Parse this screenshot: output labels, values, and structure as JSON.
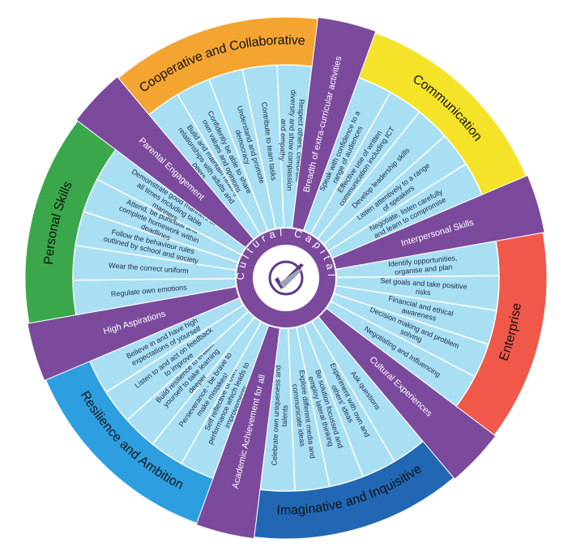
{
  "center": {
    "title": "Cultural Capital",
    "logo": "checkmark-logo-icon"
  },
  "colors": {
    "purple": "#7b4a9c",
    "item_bg": "#a9dff2",
    "divider": "#ffffff",
    "center_ring": "#7b4a9c",
    "center_inner": "#ffffff"
  },
  "sections": [
    {
      "bar": "Breadth of extra-curricular activities",
      "title": "Communication",
      "color": "#f5e32a",
      "title_color": "#111111",
      "items": [
        "Speak with confidence to a range of audiences",
        "Effective use of written communication including ICT",
        "Develop leadership skills",
        "Listen attentively to a range of speakers",
        "Negotiate, listen carefully and learn to compromise"
      ]
    },
    {
      "bar": "Interpersonal Skills",
      "title": "Enterprise",
      "color": "#f0584a",
      "title_color": "#111111",
      "items": [
        "Identify opportunities, organise and plan",
        "Set goals and take positive risks",
        "Financial and ethical awareness",
        "Decision making and problem solving",
        "Negotiating and Influencing"
      ]
    },
    {
      "bar": "Cultural Experiences",
      "title": "Imaginative and Inquisitive",
      "color": "#2167b4",
      "title_color": "#111111",
      "items": [
        "Ask questions",
        "Experiment with own and others' ideas",
        "Be solution focussed and employ lateral thinking",
        "Explore different media and communicate ideas",
        "Celebrate own uniqueness and talents"
      ]
    },
    {
      "bar": "Academic Achievement for all",
      "title": "Resilience and Ambition",
      "color": "#2d9fe0",
      "title_color": "#111111",
      "items": [
        "Self reflective of own performance which leads to improvements",
        "Perseverance - be brave to make mistakes!",
        "Build resilience to enable yourself to take learning deeper",
        "Listen to and act on feedback to improve",
        "Believe in and have high expectations of yourself"
      ]
    },
    {
      "bar": "High Aspirations",
      "title": "Personal Skills",
      "color": "#3aa84a",
      "title_color": "#111111",
      "items": [
        "Regulate own emotions",
        "Wear the correct uniform",
        "Follow the behaviour rules outlined by school and society",
        "Attend, be punctual and complete homework within deadlines",
        "Demonstrate good manners at all times including table manners"
      ]
    },
    {
      "bar": "Parental Engagement",
      "title": "Cooperative and Collaborative",
      "color": "#f4a431",
      "title_color": "#111111",
      "items": [
        "Build and maintain healthy relationships with adults and peers",
        "Confidently be able to share own values and opinions",
        "Understand and promote democracy",
        "Contribute to team tasks",
        "Respect others, celebrate diversity and show compassion and empathy"
      ]
    }
  ]
}
